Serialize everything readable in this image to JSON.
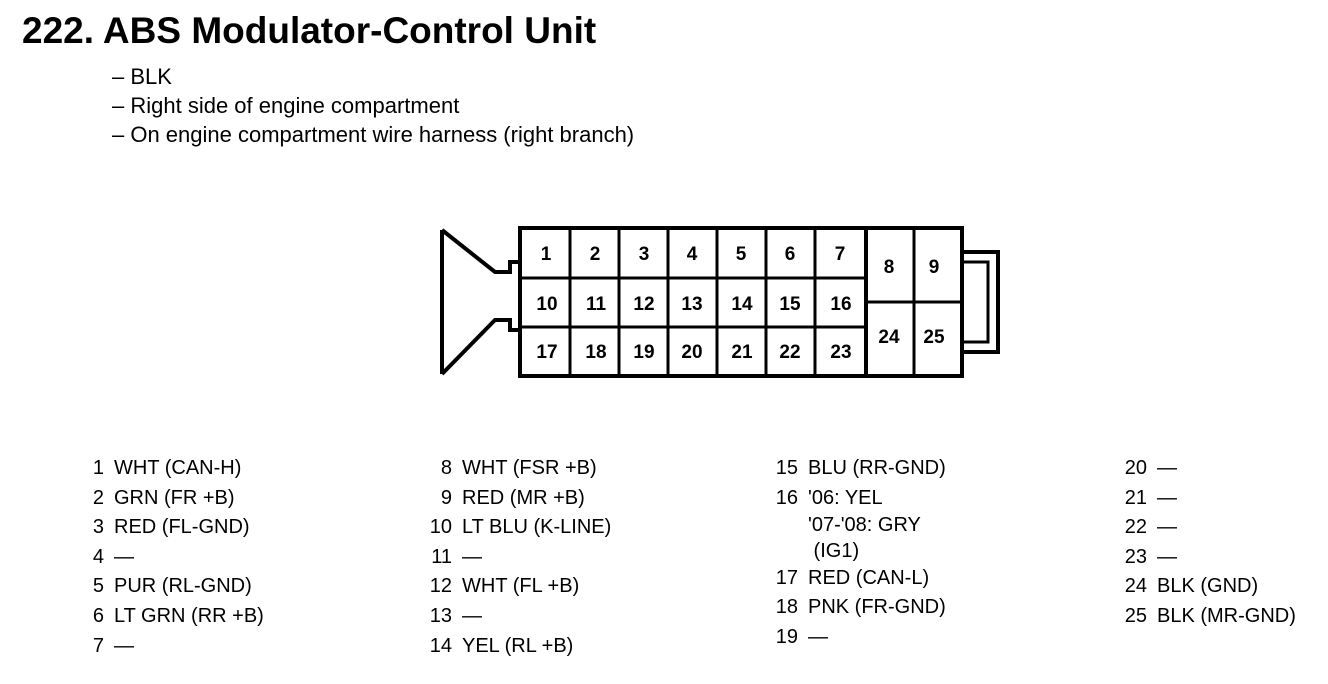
{
  "header": {
    "title": "222. ABS Modulator-Control Unit",
    "notes": [
      "– BLK",
      "– Right side of engine compartment",
      "– On engine compartment wire harness (right branch)"
    ]
  },
  "connector": {
    "cells": [
      "1",
      "2",
      "3",
      "4",
      "5",
      "6",
      "7",
      "8",
      "9",
      "10",
      "11",
      "12",
      "13",
      "14",
      "15",
      "16",
      "17",
      "18",
      "19",
      "20",
      "21",
      "22",
      "23",
      "24",
      "25"
    ]
  },
  "pins": {
    "col1": [
      {
        "num": "1",
        "desc": "WHT (CAN-H)"
      },
      {
        "num": "2",
        "desc": "GRN (FR +B)"
      },
      {
        "num": "3",
        "desc": "RED (FL-GND)"
      },
      {
        "num": "4",
        "desc": "—"
      },
      {
        "num": "5",
        "desc": "PUR (RL-GND)"
      },
      {
        "num": "6",
        "desc": "LT GRN (RR +B)"
      },
      {
        "num": "7",
        "desc": "—"
      }
    ],
    "col2": [
      {
        "num": "8",
        "desc": "WHT (FSR +B)"
      },
      {
        "num": "9",
        "desc": "RED (MR +B)"
      },
      {
        "num": "10",
        "desc": "LT BLU (K-LINE)"
      },
      {
        "num": "11",
        "desc": "—"
      },
      {
        "num": "12",
        "desc": "WHT (FL +B)"
      },
      {
        "num": "13",
        "desc": "—"
      },
      {
        "num": "14",
        "desc": "YEL (RL +B)"
      }
    ],
    "col3": [
      {
        "num": "15",
        "desc": "BLU (RR-GND)"
      },
      {
        "num": "16",
        "desc": "'06: YEL"
      },
      {
        "num": "",
        "desc": "'07-'08: GRY"
      },
      {
        "num": "",
        "desc": " (IG1)"
      },
      {
        "num": "17",
        "desc": "RED (CAN-L)"
      },
      {
        "num": "18",
        "desc": "PNK (FR-GND)"
      },
      {
        "num": "19",
        "desc": "—"
      }
    ],
    "col4": [
      {
        "num": "20",
        "desc": "—"
      },
      {
        "num": "21",
        "desc": "—"
      },
      {
        "num": "22",
        "desc": "—"
      },
      {
        "num": "23",
        "desc": "—"
      },
      {
        "num": "24",
        "desc": "BLK (GND)"
      },
      {
        "num": "25",
        "desc": "BLK (MR-GND)"
      }
    ]
  }
}
